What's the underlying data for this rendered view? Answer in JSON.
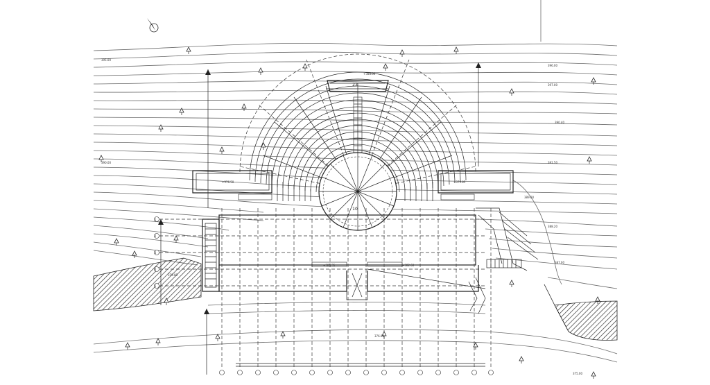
{
  "plan": {
    "north_icon": "north-arrow-icon",
    "center_label": "10",
    "stage_label": "23",
    "contour_labels": [
      "395.00",
      "396.00",
      "397.00",
      "391.50",
      "390.00",
      "390.40",
      "389.00",
      "388.20",
      "387.00",
      "379.00",
      "376.00",
      "375.00"
    ],
    "level_labels": [
      "+376.50",
      "+379.85",
      "+382.60",
      "+385.35",
      "+388.00"
    ],
    "grid_row_labels": [
      "1",
      "2",
      "3",
      "4",
      "5"
    ],
    "colors": {
      "ink": "#222222",
      "contour": "#6a6a6a",
      "paper": "#ffffff"
    }
  }
}
